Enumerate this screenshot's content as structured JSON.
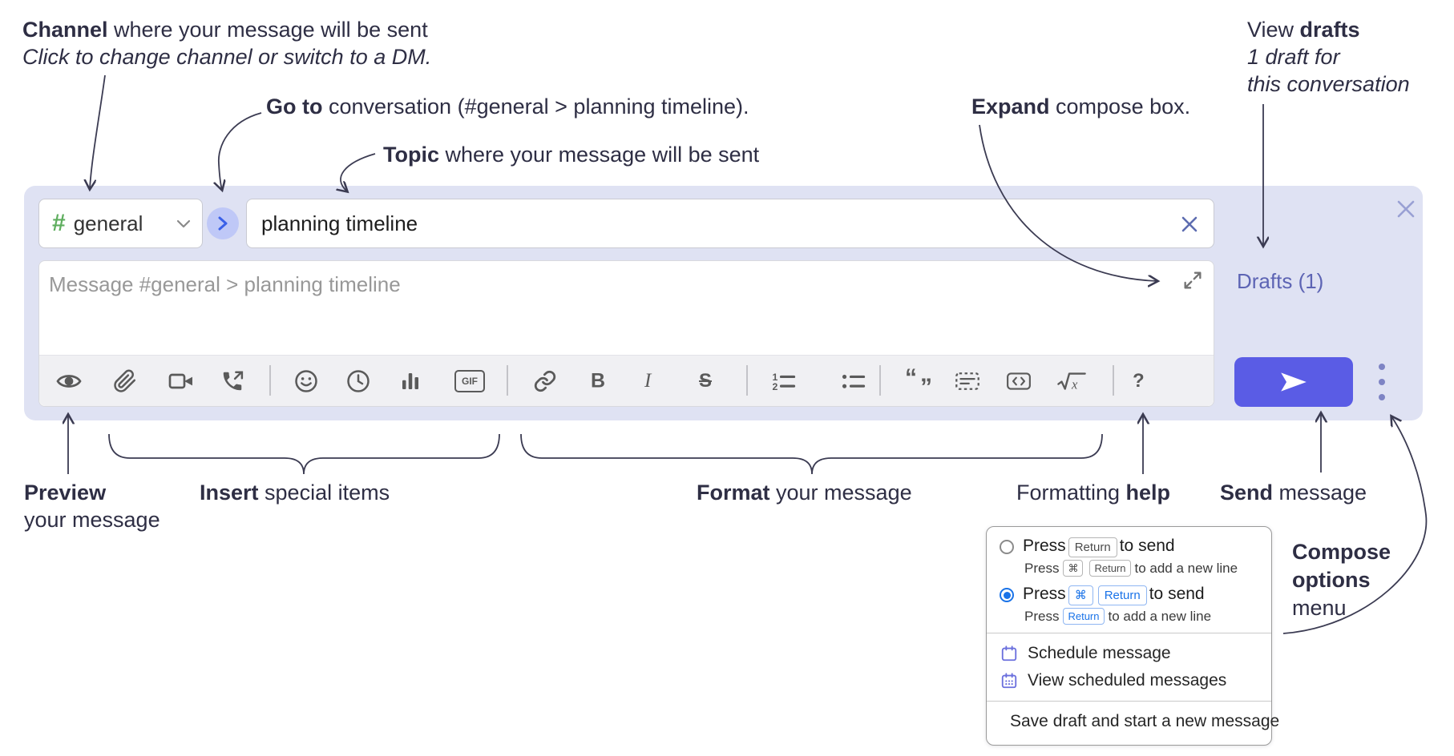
{
  "ann": {
    "channel": {
      "b": "Channel",
      "r": " where your message will be sent",
      "l2": "Click to change channel or switch to a DM."
    },
    "goto": {
      "b": "Go to",
      "r": " conversation (#general > planning timeline)."
    },
    "topic": {
      "b": "Topic",
      "r": " where your message will be sent"
    },
    "expand": {
      "b": "Expand",
      "r": " compose box."
    },
    "drafts": {
      "pre": "View ",
      "b": "drafts",
      "l2": "1 draft for",
      "l3": "this conversation"
    },
    "preview": {
      "b": "Preview",
      "l2": "your message"
    },
    "insert": {
      "b": "Insert",
      "r": " special items"
    },
    "format": {
      "b": "Format",
      "r": " your message"
    },
    "help": {
      "pre": "Formatting ",
      "b": "help"
    },
    "send": {
      "b": "Send",
      "r": " message"
    },
    "opts": {
      "l1": "Compose",
      "l2": "options",
      "l3": "menu"
    }
  },
  "compose": {
    "channel": {
      "hash": "#",
      "name": "general"
    },
    "topic": "planning timeline",
    "placeholder": "Message #general > planning timeline",
    "drafts": "Drafts (1)"
  },
  "toolbar": {
    "bold": "B",
    "italic": "I",
    "strike": "S",
    "gif": "GIF",
    "help": "?",
    "quote_open": "“",
    "quote_close": "”",
    "math_x": "x",
    "icons": [
      "preview",
      "attach-file",
      "video-call",
      "voice-call",
      "emoji",
      "time",
      "poll",
      "gif",
      "link",
      "bold",
      "italic",
      "strikethrough",
      "numbered-list",
      "bulleted-list",
      "quote",
      "spoiler",
      "code",
      "math",
      "help"
    ]
  },
  "popup": {
    "o1": {
      "press": "Press",
      "k1": "Return",
      "post": "to send"
    },
    "o1s": {
      "press": "Press",
      "k1": "⌘",
      "k2": "Return",
      "post": "to add a new line"
    },
    "o2": {
      "press": "Press",
      "k1": "⌘",
      "k2": "Return",
      "post": "to send"
    },
    "o2s": {
      "press": "Press",
      "k1": "Return",
      "post": "to add a new line"
    },
    "m1": "Schedule message",
    "m2": "View scheduled messages",
    "m3": "Save draft and start a new message"
  },
  "colors": {
    "compose_bg": "#dfe2f3",
    "send_button": "#5a5ce5",
    "drafts_link": "#5d64b4",
    "hash_green": "#5fae5f",
    "radio_blue": "#1a73e8",
    "menu_icon_purple": "#6a6fdd",
    "annotation_text": "#2e2e44",
    "toolbar_icon": "#5a5a5a"
  }
}
